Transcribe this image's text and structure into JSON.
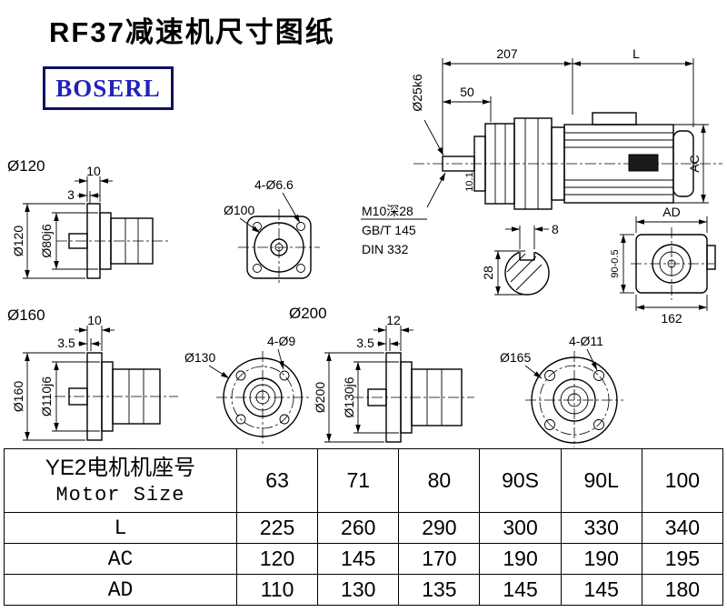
{
  "title": "RF37减速机尺寸图纸",
  "logo": "BOSERL",
  "drawing": {
    "section_labels": {
      "flange120": "Ø120",
      "flange160": "Ø160",
      "flange200": "Ø200"
    },
    "main_view": {
      "d207": "207",
      "dL": "L",
      "d50": "50",
      "shaft_dia": "Ø25k6",
      "d101": "10.1",
      "thread_note": "M10深28",
      "std1": "GB/T 145",
      "std2": "DIN 332",
      "ac": "AC",
      "ad": "AD",
      "key_width": "8",
      "key_height": "28",
      "d90": "90-0.5",
      "d162": "162"
    },
    "flange120": {
      "d10": "10",
      "d3": "3",
      "od": "Ø120",
      "spigot": "Ø80j6"
    },
    "flange100": {
      "holes": "4-Ø6.6",
      "dia": "Ø100"
    },
    "flange160": {
      "d10": "10",
      "d35": "3.5",
      "od": "Ø160",
      "spigot": "Ø110j6"
    },
    "flange130": {
      "dia": "Ø130",
      "holes": "4-Ø9"
    },
    "flange200": {
      "d12": "12",
      "d35": "3.5",
      "od": "Ø200",
      "spigot": "Ø130j6"
    },
    "flange165": {
      "dia": "Ø165",
      "holes": "4-Ø11"
    }
  },
  "table": {
    "header_cn": "YE2电机机座号",
    "header_en": "Motor Size",
    "columns": [
      "63",
      "71",
      "80",
      "90S",
      "90L",
      "100"
    ],
    "rows": [
      {
        "label": "L",
        "values": [
          "225",
          "260",
          "290",
          "300",
          "330",
          "340"
        ]
      },
      {
        "label": "AC",
        "values": [
          "120",
          "145",
          "170",
          "190",
          "190",
          "195"
        ]
      },
      {
        "label": "AD",
        "values": [
          "110",
          "130",
          "135",
          "145",
          "145",
          "180"
        ]
      }
    ]
  }
}
